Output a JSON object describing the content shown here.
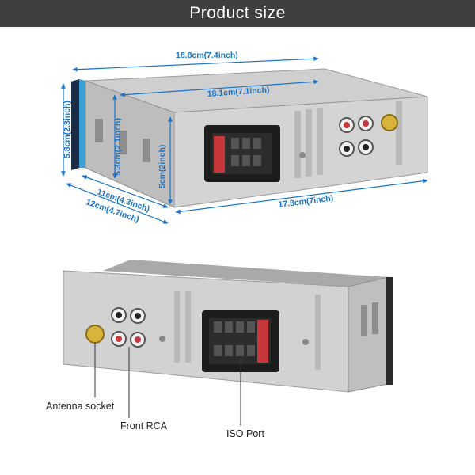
{
  "banner": {
    "title": "Product size"
  },
  "dimensions": {
    "total_width": "18.8cm(7.4inch)",
    "body_width": "18.1cm(7.1inch)",
    "front_height": "5.8cm(2.3inch)",
    "body_height": "5.3cm(2.1inch)",
    "rear_height": "5cm(2inch)",
    "depth_body": "11cm(4.3inch)",
    "depth_total": "12cm(4.7inch)",
    "rear_length": "17.8cm(7inch)"
  },
  "labels": {
    "antenna": "Antenna socket",
    "front_rca": "Front RCA",
    "iso_port": "ISO Port"
  },
  "colors": {
    "banner_bg": "#3f3f3f",
    "dimension": "#1a73c8",
    "metal": "#d4d4d4",
    "connector_red": "#c8373a",
    "connector_black": "#1c1c1c",
    "antenna_gold": "#d9b43a"
  }
}
